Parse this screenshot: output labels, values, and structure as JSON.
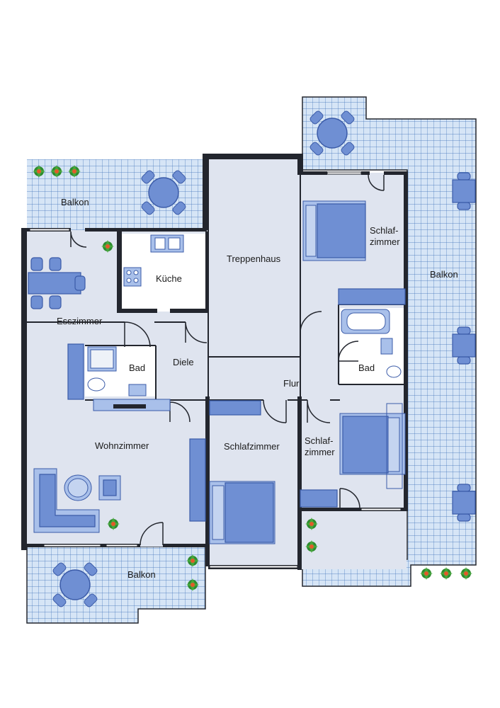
{
  "rooms": {
    "balkon_top_left": "Balkon",
    "esszimmer": "Esszimmer",
    "kueche": "Küche",
    "treppenhaus": "Treppenhaus",
    "schlafzimmer_top_right_line1": "Schlaf-",
    "schlafzimmer_top_right_line2": "zimmer",
    "balkon_right": "Balkon",
    "bad_left": "Bad",
    "diele": "Diele",
    "bad_right": "Bad",
    "flur": "Flur",
    "wohnzimmer": "Wohnzimmer",
    "schlafzimmer_middle": "Schlafzimmer",
    "schlafzimmer_right_line1": "Schlaf-",
    "schlafzimmer_right_line2": "zimmer",
    "balkon_bottom_left": "Balkon"
  },
  "colors": {
    "wall": "#23262e",
    "floor": "#dfe4ef",
    "balcony_tile": "#cfe0f4",
    "tile_grid": "#3b6fb8",
    "furniture": "#6f8fd3",
    "furniture_light": "#a9c0ea",
    "plant": "#2e8b2e"
  }
}
